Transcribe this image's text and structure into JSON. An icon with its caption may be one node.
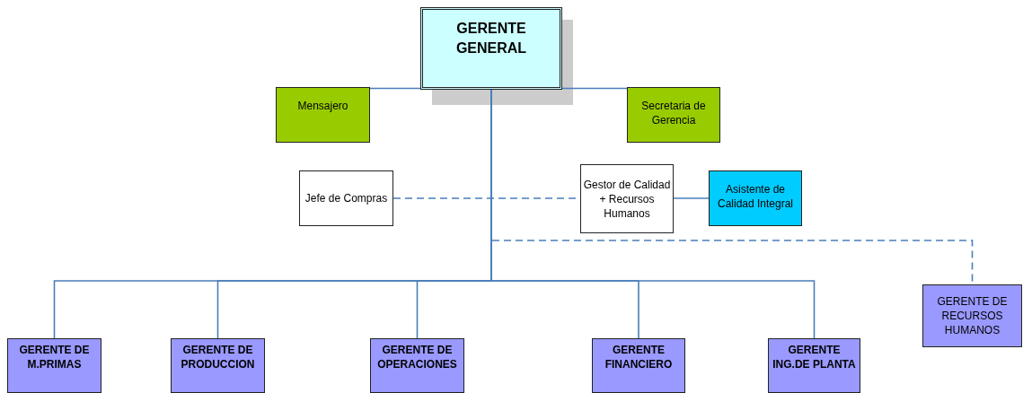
{
  "diagram": {
    "nodes": [
      {
        "text": [
          "GERENTE GENERAL"
        ]
      },
      {
        "text": [
          "Mensajero"
        ]
      },
      {
        "text": [
          "Secretaria de Gerencia"
        ]
      },
      {
        "text": [
          "Jefe de Compras"
        ]
      },
      {
        "text": [
          "Gestor de Calidad + Recursos Humanos"
        ]
      },
      {
        "text": [
          "Asistente de Calidad Integral"
        ]
      },
      {
        "text": [
          "GERENTE DE M.PRIMAS"
        ]
      },
      {
        "text": [
          "GERENTE DE PRODUCCION"
        ]
      },
      {
        "text": [
          "GERENTE DE OPERACIONES"
        ]
      },
      {
        "text": [
          "GERENTE FINANCIERO"
        ]
      },
      {
        "text": [
          "GERENTE ING.DE PLANTA"
        ]
      },
      {
        "text": [
          "GERENTE DE RECURSOS HUMANOS"
        ]
      }
    ],
    "edges": [
      {
        "from": 0,
        "to": 1,
        "arrow": "none"
      },
      {
        "from": 0,
        "to": 2,
        "arrow": "none"
      },
      {
        "from": 3,
        "to": 4,
        "arrow": "none",
        "style": "dashed"
      },
      {
        "from": 4,
        "to": 5,
        "arrow": "none"
      },
      {
        "from": 0,
        "to": 11,
        "arrow": "none",
        "style": "dashed"
      },
      {
        "from": 0,
        "to": 6,
        "arrow": "none"
      },
      {
        "from": 0,
        "to": 7,
        "arrow": "none"
      },
      {
        "from": 0,
        "to": 8,
        "arrow": "none"
      },
      {
        "from": 0,
        "to": 9,
        "arrow": "none"
      },
      {
        "from": 0,
        "to": 10,
        "arrow": "none"
      }
    ]
  }
}
